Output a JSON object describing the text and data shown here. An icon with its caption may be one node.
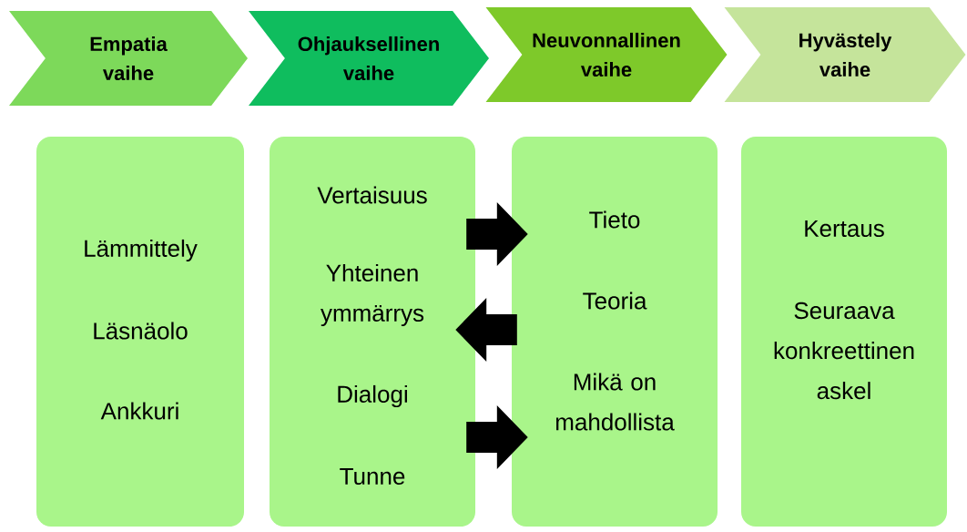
{
  "diagram": {
    "nodes": [
      {
        "text": [
          "Empatia vaihe"
        ]
      },
      {
        "text": [
          "Ohjauksellinen vaihe"
        ]
      },
      {
        "text": [
          "Neuvonnallinen vaihe"
        ]
      },
      {
        "text": [
          "Hyvästely vaihe"
        ]
      },
      {
        "text": [
          "Lämmittely",
          "Läsnäolo",
          "Ankkuri"
        ]
      },
      {
        "text": [
          "Vertaisuus",
          "Yhteinen ymmärrys",
          "Dialogi",
          "Tunne"
        ]
      },
      {
        "text": [
          "Tieto",
          "Teoria",
          "Mikä on mahdollista"
        ]
      },
      {
        "text": [
          "Kertaus",
          "Seuraava konkreettinen askel"
        ]
      }
    ],
    "edges": [
      {
        "from": 5,
        "to": 6,
        "arrow": "to"
      },
      {
        "from": 6,
        "to": 5,
        "arrow": "to"
      },
      {
        "from": 5,
        "to": 6,
        "arrow": "to"
      }
    ]
  }
}
